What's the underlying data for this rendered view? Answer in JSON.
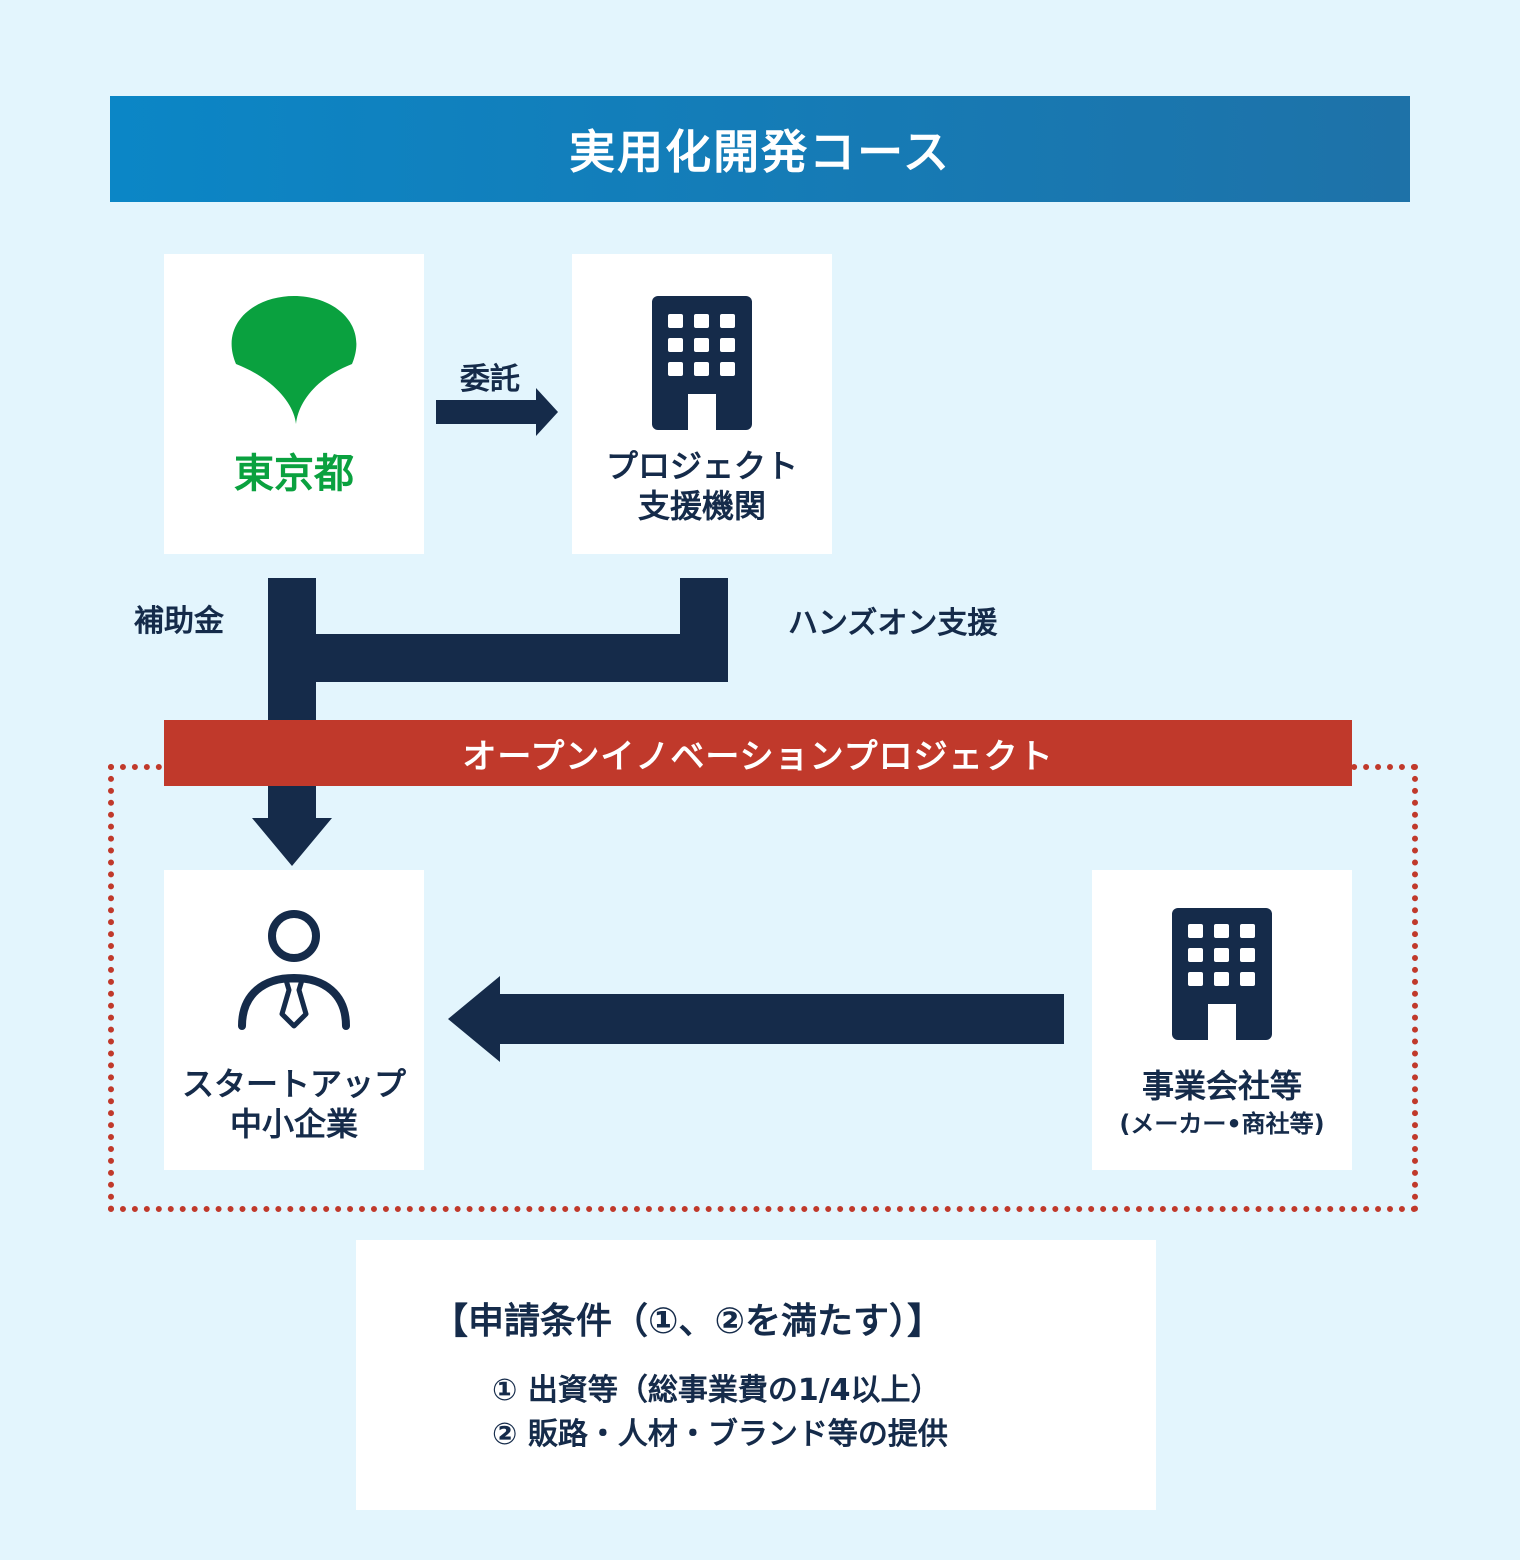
{
  "title": "実用化開発コース",
  "tokyo": {
    "name": "東京都",
    "color": "#0aa13f"
  },
  "agency": {
    "line1": "プロジェクト",
    "line2": "支援機関"
  },
  "startup": {
    "line1": "スタートアップ",
    "line2": "中小企業"
  },
  "company": {
    "line1": "事業会社等",
    "line2": "(メーカー•商社等)"
  },
  "labels": {
    "itaku": "委託",
    "hojokin": "補助金",
    "handson": "ハンズオン支援"
  },
  "open_innovation": "オープンイノベーションプロジェクト",
  "conditions": {
    "title": "【申請条件（①、②を満たす）】",
    "items": [
      "① 出資等（総事業費の1/4以上）",
      "② 販路・人材・ブランド等の提供"
    ]
  },
  "colors": {
    "background": "#e3f5fd",
    "navy": "#152b4a",
    "red": "#c0392b",
    "green": "#0aa13f",
    "title_gradient": [
      "#0b86c6",
      "#1e72a8"
    ]
  },
  "icons": {
    "tokyo": "ginkgo-leaf-icon",
    "agency": "building-icon",
    "startup": "person-with-tie-icon",
    "company": "building-icon"
  }
}
